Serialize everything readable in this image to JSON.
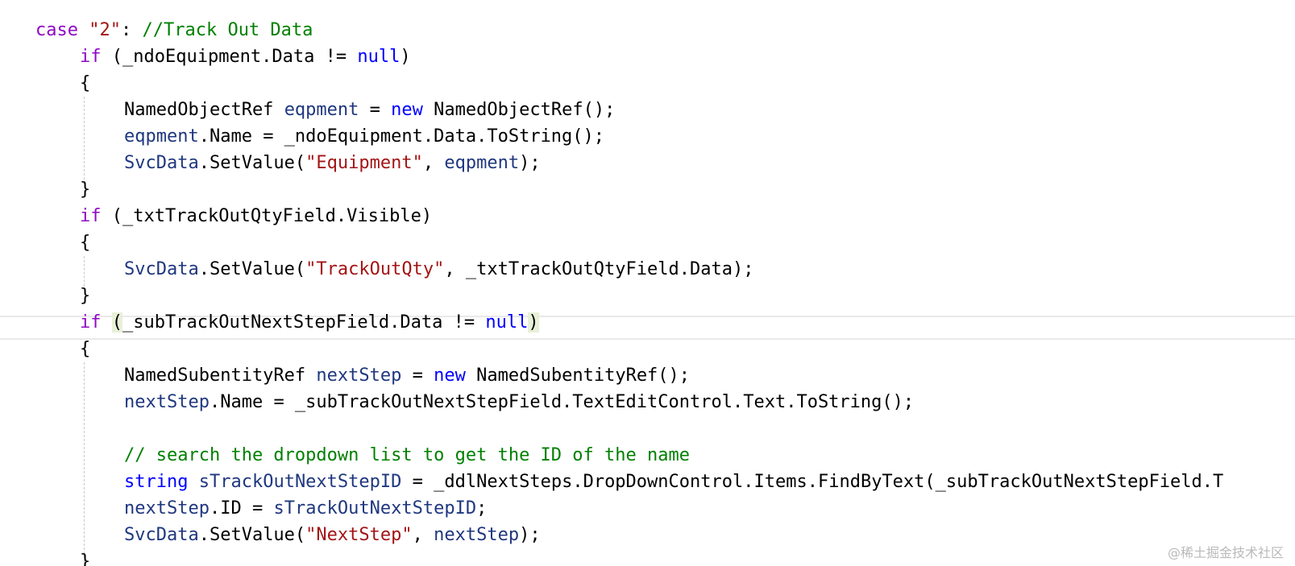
{
  "code_lines": [
    [
      {
        "t": "case ",
        "c": "kw-ctl"
      },
      {
        "t": "\"2\"",
        "c": "str"
      },
      {
        "t": ": ",
        "c": "plain"
      },
      {
        "t": "//Track Out Data",
        "c": "cmt"
      }
    ],
    [
      {
        "t": "if",
        "c": "kw-ctl"
      },
      {
        "t": " (_ndoEquipment.Data != ",
        "c": "plain"
      },
      {
        "t": "null",
        "c": "kw"
      },
      {
        "t": ")",
        "c": "plain"
      }
    ],
    [
      {
        "t": "{",
        "c": "plain"
      }
    ],
    [
      {
        "t": "NamedObjectRef ",
        "c": "plain"
      },
      {
        "t": "eqpment",
        "c": "loc"
      },
      {
        "t": " = ",
        "c": "plain"
      },
      {
        "t": "new",
        "c": "kw"
      },
      {
        "t": " NamedObjectRef();",
        "c": "plain"
      }
    ],
    [
      {
        "t": "eqpment",
        "c": "loc"
      },
      {
        "t": ".Name = _ndoEquipment.Data.ToString();",
        "c": "plain"
      }
    ],
    [
      {
        "t": "SvcData",
        "c": "loc"
      },
      {
        "t": ".SetValue(",
        "c": "plain"
      },
      {
        "t": "\"Equipment\"",
        "c": "str"
      },
      {
        "t": ", ",
        "c": "plain"
      },
      {
        "t": "eqpment",
        "c": "loc"
      },
      {
        "t": ");",
        "c": "plain"
      }
    ],
    [
      {
        "t": "}",
        "c": "plain"
      }
    ],
    [
      {
        "t": "if",
        "c": "kw-ctl"
      },
      {
        "t": " (_txtTrackOutQtyField.Visible)",
        "c": "plain"
      }
    ],
    [
      {
        "t": "{",
        "c": "plain"
      }
    ],
    [
      {
        "t": "SvcData",
        "c": "loc"
      },
      {
        "t": ".SetValue(",
        "c": "plain"
      },
      {
        "t": "\"TrackOutQty\"",
        "c": "str"
      },
      {
        "t": ", _txtTrackOutQtyField.Data);",
        "c": "plain"
      }
    ],
    [
      {
        "t": "}",
        "c": "plain"
      }
    ],
    [
      {
        "t": "if",
        "c": "kw-ctl"
      },
      {
        "t": " ",
        "c": "plain"
      },
      {
        "t": "(",
        "c": "paren-hl"
      },
      {
        "t": "_subTrackOutNextStepField.Data != ",
        "c": "plain"
      },
      {
        "t": "null",
        "c": "kw"
      },
      {
        "t": ")",
        "c": "paren-hl"
      }
    ],
    [
      {
        "t": "{",
        "c": "plain"
      }
    ],
    [
      {
        "t": "NamedSubentityRef ",
        "c": "plain"
      },
      {
        "t": "nextStep",
        "c": "loc"
      },
      {
        "t": " = ",
        "c": "plain"
      },
      {
        "t": "new",
        "c": "kw"
      },
      {
        "t": " NamedSubentityRef();",
        "c": "plain"
      }
    ],
    [
      {
        "t": "nextStep",
        "c": "loc"
      },
      {
        "t": ".Name = _subTrackOutNextStepField.TextEditControl.Text.ToString();",
        "c": "plain"
      }
    ],
    [],
    [
      {
        "t": "// search the dropdown list to get the ID of the name",
        "c": "cmt"
      }
    ],
    [
      {
        "t": "string",
        "c": "kw"
      },
      {
        "t": " ",
        "c": "plain"
      },
      {
        "t": "sTrackOutNextStepID",
        "c": "loc"
      },
      {
        "t": " = _ddlNextSteps.DropDownControl.Items.FindByText(_subTrackOutNextStepField.T",
        "c": "plain"
      }
    ],
    [
      {
        "t": "nextStep",
        "c": "loc"
      },
      {
        "t": ".ID = ",
        "c": "plain"
      },
      {
        "t": "sTrackOutNextStepID",
        "c": "loc"
      },
      {
        "t": ";",
        "c": "plain"
      }
    ],
    [
      {
        "t": "SvcData",
        "c": "loc"
      },
      {
        "t": ".SetValue(",
        "c": "plain"
      },
      {
        "t": "\"NextStep\"",
        "c": "str"
      },
      {
        "t": ", ",
        "c": "plain"
      },
      {
        "t": "nextStep",
        "c": "loc"
      },
      {
        "t": ");",
        "c": "plain"
      }
    ],
    [
      {
        "t": "}",
        "c": "plain"
      }
    ]
  ],
  "colors": {
    "control_keyword": "#8f08c4",
    "keyword": "#0000ff",
    "string": "#a31515",
    "comment": "#008000",
    "local_identifier": "#1f377f",
    "plain_text": "#000000",
    "current_line_border": "#e9e9e9",
    "indent_guide": "#c8c8c8"
  },
  "watermark": {
    "text": "@稀土掘金技术社区"
  }
}
